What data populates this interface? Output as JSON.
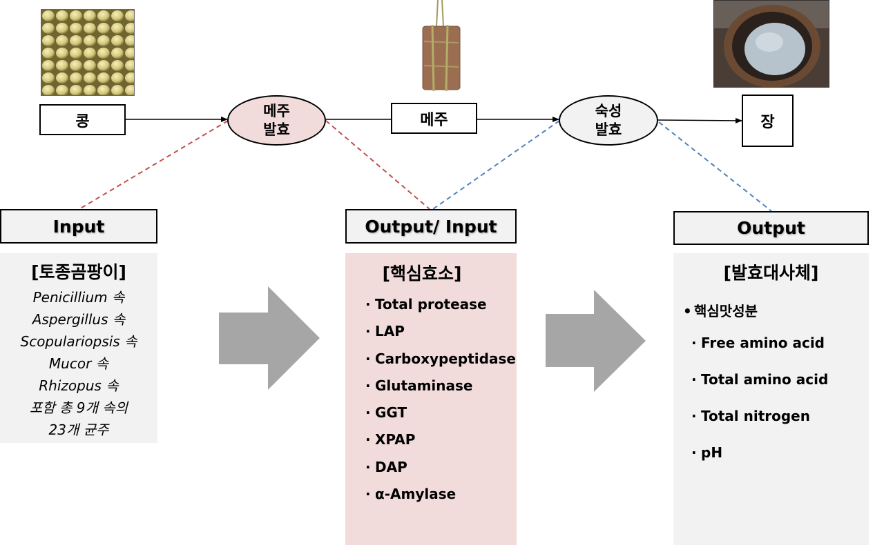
{
  "flow": {
    "step1": "콩",
    "process1": [
      "메주",
      "발효"
    ],
    "step2": "메주",
    "process2": [
      "숙성",
      "발효"
    ],
    "step3": "장"
  },
  "images": {
    "soybeans": "soybeans-photo",
    "meju_block": "meju-block-photo",
    "jang_pot": "jang-pot-photo"
  },
  "panels": {
    "input": {
      "header": "Input",
      "title": "[토종곰팡이]",
      "items": [
        "Penicillium 속",
        "Aspergillus 속",
        "Scopulariopsis  속",
        "Mucor 속",
        "Rhizopus 속",
        "포함 총 9개 속의",
        "23개 균주"
      ]
    },
    "output_input": {
      "header": "Output/ Input",
      "title": "[핵심효소]",
      "bullet": "·",
      "items": [
        "Total protease",
        "LAP",
        "Carboxypeptidase",
        "Glutaminase",
        "GGT",
        "XPAP",
        "DAP",
        "α-Amylase"
      ]
    },
    "output": {
      "header": "Output",
      "title": "[발효대사체]",
      "main_bullet": "•",
      "main_item": "핵심맛성분",
      "bullet": "·",
      "items": [
        "Free amino acid",
        "Total amino acid",
        "Total nitrogen",
        "pH"
      ]
    }
  },
  "colors": {
    "meju_process_fill": "#f2dcdb",
    "aging_process_fill": "#f2f2f2",
    "red_dash": "#c0504d",
    "blue_dash": "#4f81bd",
    "gray_panel": "#f2f2f2",
    "pink_panel": "#f2dcdb",
    "big_arrow": "#a6a6a6"
  }
}
